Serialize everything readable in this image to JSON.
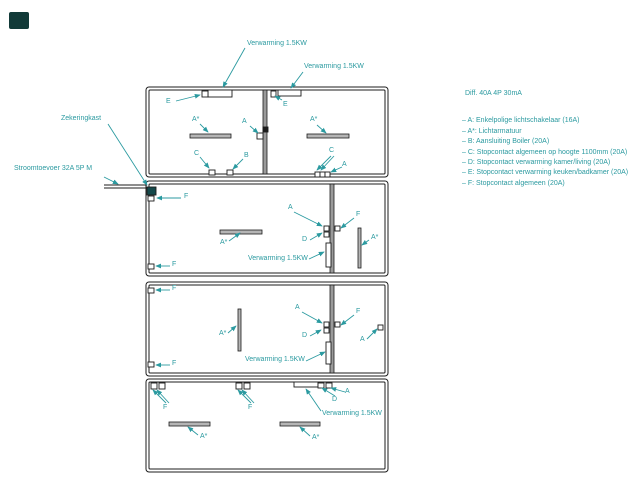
{
  "colors": {
    "line": "#1c1c1c",
    "annotation_teal": "#2b9aa0",
    "wall_gray": "#9a9a9a",
    "bar_gray": "#b5b5b5",
    "fusebox_fill": "#14484a",
    "corner_mark": "#123a38"
  },
  "labels": {
    "verwarming": "Verwarming 1.5KW",
    "zekeringkast": "Zekeringkast",
    "stroomtoevoer": "Stroomtoevoer 32A 5P M",
    "a": "A",
    "a_star": "A*",
    "b": "B",
    "c": "C",
    "d": "D",
    "e": "E",
    "f": "F"
  },
  "legend": {
    "title": "Diff. 40A 4P 30mA",
    "items": [
      "– A:  Enkelpolige lichtschakelaar (16A)",
      "– A*: Lichtarmatuur",
      "– B:  Aansluiting Boiler (20A)",
      "– C: Stopcontact algemeen op hoogte 1100mm (20A)",
      "– D: Stopcontact verwarming kamer/living (20A)",
      "– E: Stopcontact verwarming keuken/badkamer (20A)",
      "– F: Stopcontact algemeen (20A)"
    ]
  }
}
